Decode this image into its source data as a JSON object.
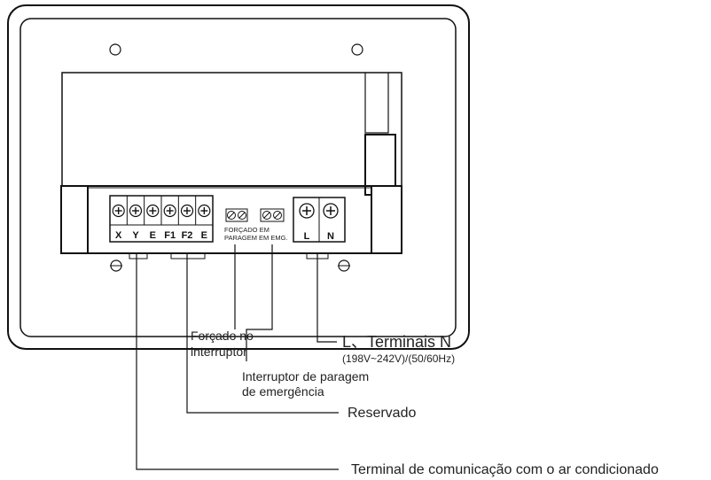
{
  "terminal_block_1": {
    "terminals": [
      "X",
      "Y",
      "E",
      "F1",
      "F2",
      "E"
    ]
  },
  "switch_block": {
    "label_line1": "FORÇADO EM",
    "label_line2": "PARAGEM EM EMG."
  },
  "power_block": {
    "terminals": [
      "L",
      "N"
    ]
  },
  "callouts": {
    "forced_line1": "Forçado no",
    "forced_line2": "interruptor",
    "emergency_line1": "Interruptor de paragem",
    "emergency_line2": "de emergência",
    "power_title": "L、Terminais N",
    "power_spec": "(198V~242V)/(50/60Hz)",
    "reserved": "Reservado",
    "communication": "Terminal de comunicação com o ar condicionado"
  }
}
